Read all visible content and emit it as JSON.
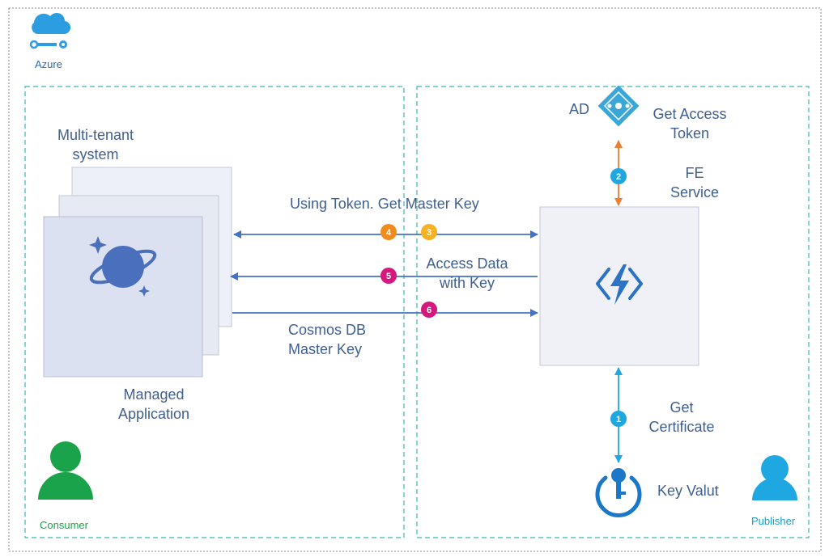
{
  "azure": {
    "label": "Azure"
  },
  "consumer": {
    "label": "Consumer",
    "multi_tenant_label": "Multi-tenant\nsystem",
    "managed_app_label": "Managed\nApplication"
  },
  "publisher": {
    "label": "Publisher",
    "ad_label": "AD",
    "fe_service_label": "FE\nService",
    "key_vault_label": "Key Valut"
  },
  "steps": [
    {
      "number": "1",
      "label": "Get\nCertificate",
      "color": "#1ea7e1"
    },
    {
      "number": "2",
      "label": "Get Access\nToken",
      "color": "#1ea7e1"
    },
    {
      "number": "3",
      "label": "Using Token. Get Master Key",
      "color": "#f5b323"
    },
    {
      "number": "4",
      "label": "Using Token. Get Master Key",
      "color": "#f08c1e"
    },
    {
      "number": "5",
      "label": "Access Data\nwith  Key",
      "color": "#d6177d"
    },
    {
      "number": "6",
      "label": "Cosmos DB\nMaster Key",
      "color": "#d6177d"
    }
  ],
  "colors": {
    "arrow": "#4472c4",
    "ad_arrow": "#ed7d31",
    "kv_arrow": "#1ea7e1",
    "region_border": "#3ab7b0",
    "consumer_icon": "#1aa34a",
    "publisher_icon": "#1ea7e1"
  }
}
